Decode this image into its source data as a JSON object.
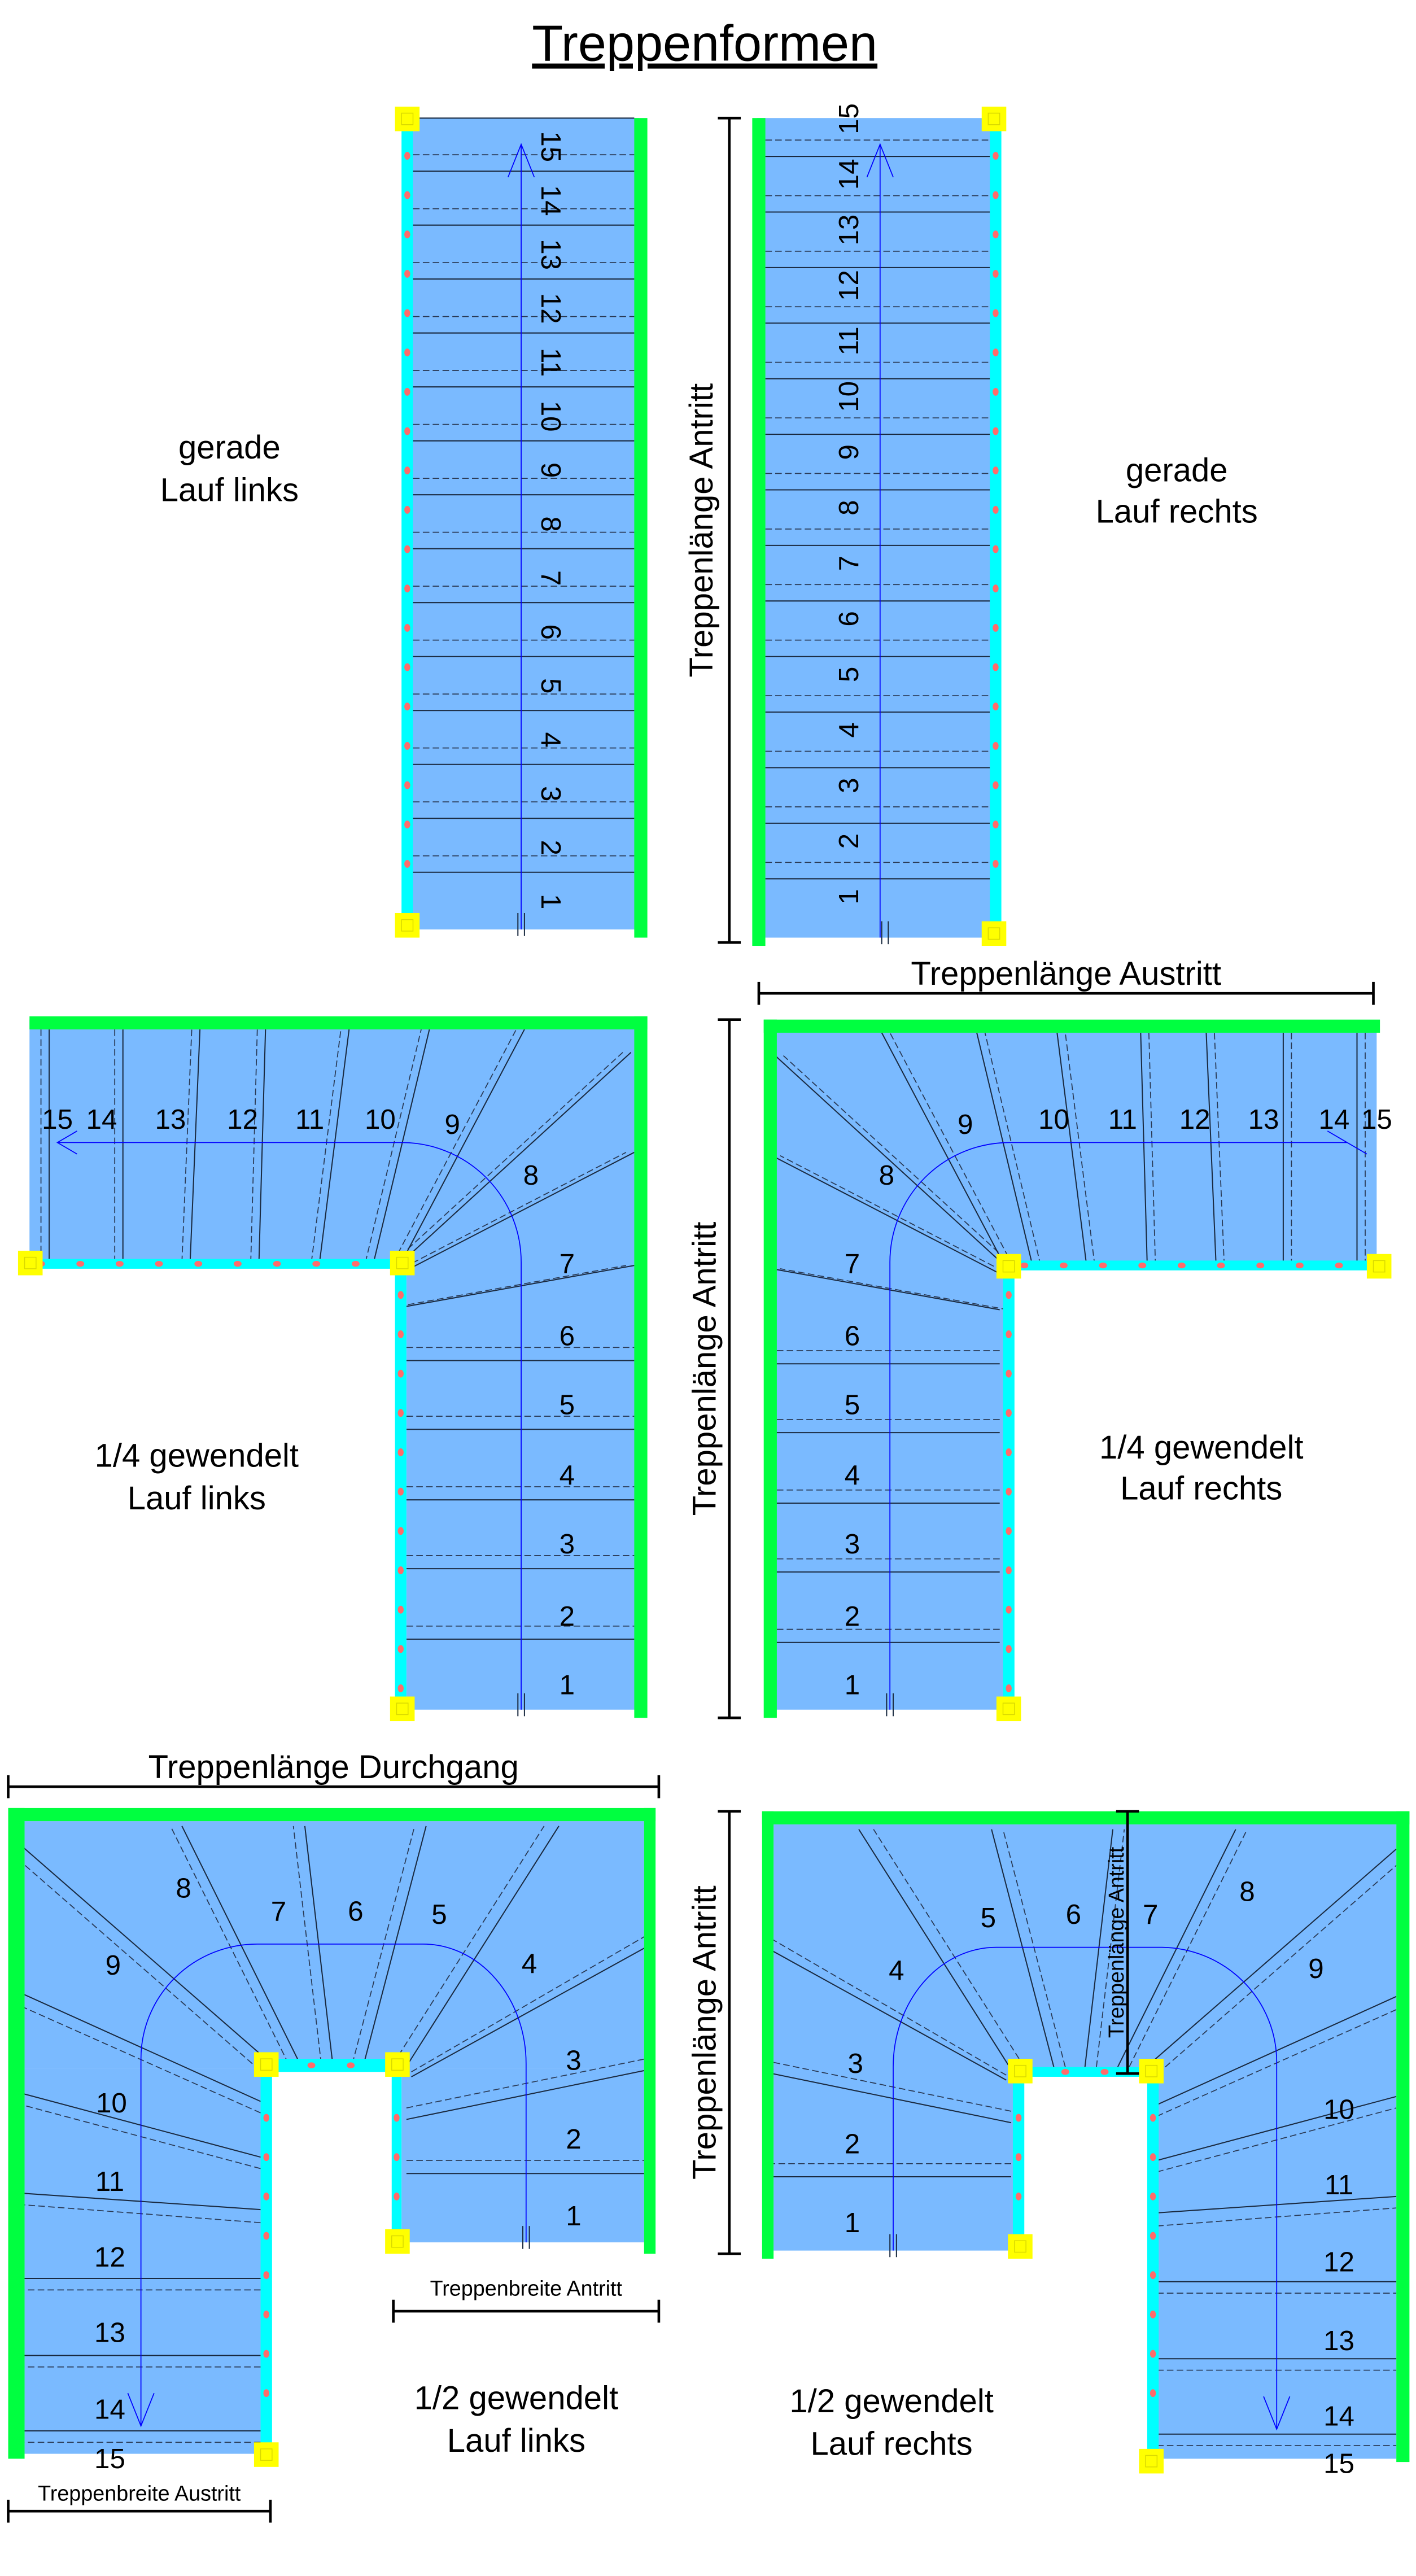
{
  "title": "Treppenformen",
  "colors": {
    "floor": "#7ABAFF",
    "wall": "#00FF40",
    "rail": "#00FFFF",
    "post": "#FFFF00",
    "baluster": "#FF6B6B",
    "walking_line": "#0000FF"
  },
  "dimensions": {
    "antritt": "Treppenlänge Antritt",
    "austritt": "Treppenlänge Austritt",
    "durchgang": "Treppenlänge Durchgang",
    "breite_antritt": "Treppenbreite Antritt",
    "breite_austritt": "Treppenbreite Austritt"
  },
  "panels": [
    {
      "label": [
        "gerade",
        "Lauf links"
      ],
      "steps": [
        "1",
        "2",
        "3",
        "4",
        "5",
        "6",
        "7",
        "8",
        "9",
        "10",
        "11",
        "12",
        "13",
        "14",
        "15"
      ]
    },
    {
      "label": [
        "gerade",
        "Lauf rechts"
      ],
      "steps": [
        "1",
        "2",
        "3",
        "4",
        "5",
        "6",
        "7",
        "8",
        "9",
        "10",
        "11",
        "12",
        "13",
        "14",
        "15"
      ]
    },
    {
      "label": [
        "1/4 gewendelt",
        "Lauf links"
      ],
      "steps": [
        "1",
        "2",
        "3",
        "4",
        "5",
        "6",
        "7",
        "8",
        "9",
        "10",
        "11",
        "12",
        "13",
        "14",
        "15"
      ]
    },
    {
      "label": [
        "1/4 gewendelt",
        "Lauf rechts"
      ],
      "steps": [
        "1",
        "2",
        "3",
        "4",
        "5",
        "6",
        "7",
        "8",
        "9",
        "10",
        "11",
        "12",
        "13",
        "14",
        "15"
      ]
    },
    {
      "label": [
        "1/2 gewendelt",
        "Lauf links"
      ],
      "steps": [
        "1",
        "2",
        "3",
        "4",
        "5",
        "6",
        "7",
        "8",
        "9",
        "10",
        "11",
        "12",
        "13",
        "14",
        "15"
      ]
    },
    {
      "label": [
        "1/2 gewendelt",
        "Lauf rechts"
      ],
      "steps": [
        "1",
        "2",
        "3",
        "4",
        "5",
        "6",
        "7",
        "8",
        "9",
        "10",
        "11",
        "12",
        "13",
        "14",
        "15"
      ]
    }
  ]
}
